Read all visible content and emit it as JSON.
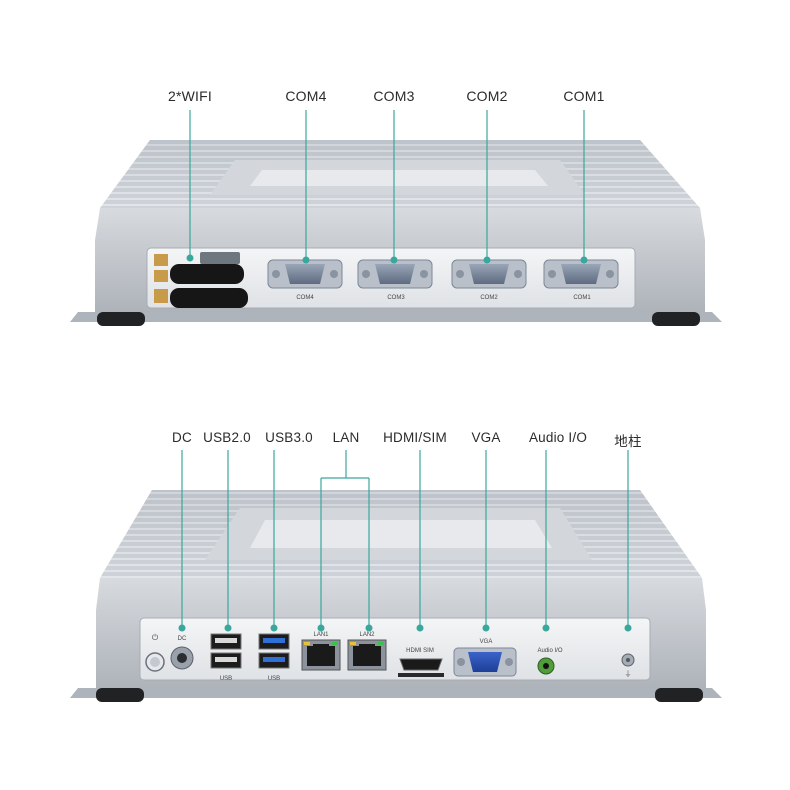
{
  "top_panel": {
    "callouts": [
      {
        "label": "2*WIFI"
      },
      {
        "label": "COM4"
      },
      {
        "label": "COM3"
      },
      {
        "label": "COM2"
      },
      {
        "label": "COM1"
      }
    ],
    "port_labels": [
      "COM4",
      "COM3",
      "COM2",
      "COM1"
    ]
  },
  "bottom_panel": {
    "callouts": [
      {
        "label": "DC"
      },
      {
        "label": "USB2.0"
      },
      {
        "label": "USB3.0"
      },
      {
        "label": "LAN"
      },
      {
        "label": "HDMI/SIM"
      },
      {
        "label": "VGA"
      },
      {
        "label": "Audio I/O"
      },
      {
        "label": "地柱"
      }
    ],
    "port_labels": {
      "dc": "DC",
      "usb2": "USB",
      "usb3": "USB",
      "lan1": "LAN1",
      "lan2": "LAN2",
      "hdmi_sim": "HDMI  SIM",
      "vga": "VGA",
      "audio": "Audio I/O"
    }
  },
  "colors": {
    "callout_line": "#3aa79c",
    "chassis": "#c9cdd3",
    "panel": "#eef0f2"
  }
}
